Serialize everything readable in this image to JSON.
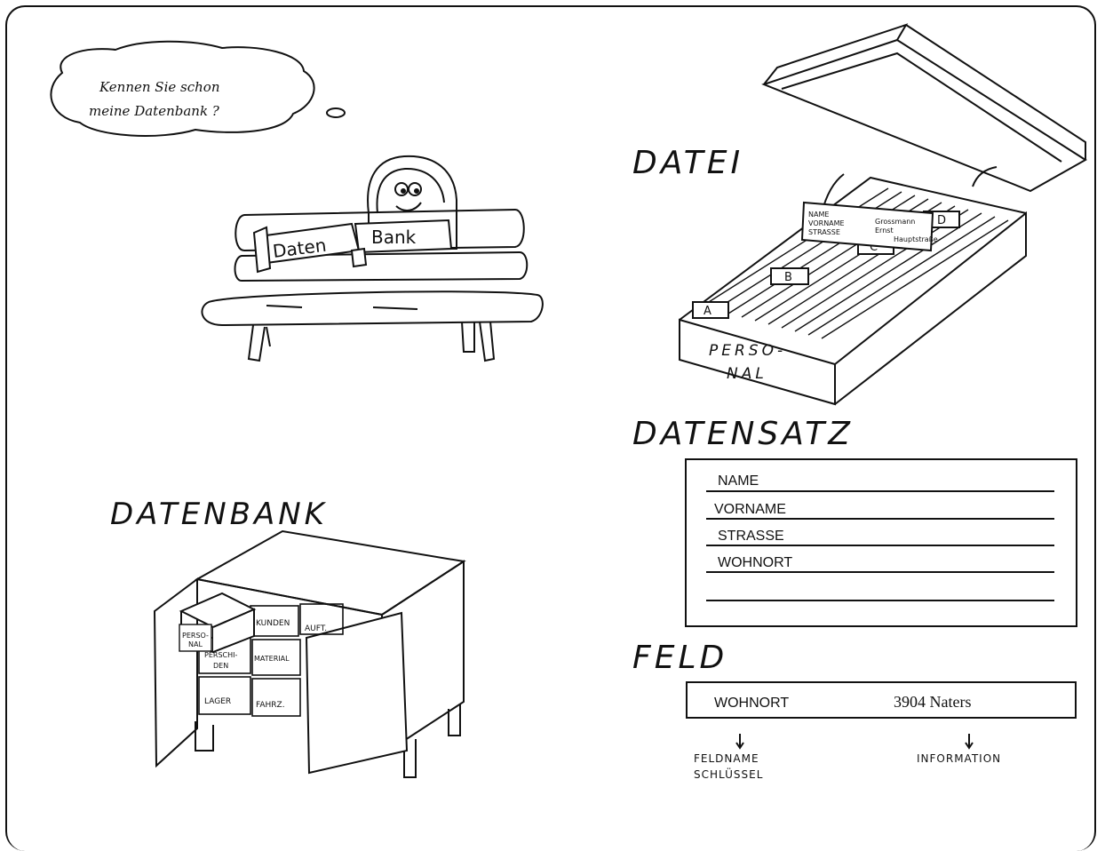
{
  "thought": {
    "line1": "Kennen Sie schon",
    "line2": "meine Datenbank ?"
  },
  "bench": {
    "left": "Daten",
    "right": "Bank"
  },
  "titles": {
    "datei": "DATEI",
    "datensatz": "DATENSATZ",
    "datenbank": "DATENBANK",
    "feld": "FELD"
  },
  "card_box": {
    "label_line1": "PERSO-",
    "label_line2": "NAL",
    "tabs": [
      "A",
      "B",
      "C",
      "D"
    ],
    "card_fields": [
      "NAME",
      "VORNAME",
      "STRASSE"
    ],
    "card_values": [
      "Grossmann",
      "Ernst",
      "Hauptstraße"
    ]
  },
  "cabinet": {
    "drawers": [
      "KUNDEN",
      "AUFT.",
      "PERSCHI-",
      "DEN",
      "MATERIAL",
      "LAGER",
      "FAHRZ."
    ],
    "box_label_line1": "PERSO-",
    "box_label_line2": "NAL"
  },
  "record": {
    "fields": [
      "NAME",
      "VORNAME",
      "STRASSE",
      "WOHNORT"
    ]
  },
  "field": {
    "name": "WOHNORT",
    "value": "3904 Naters",
    "caption_name_1": "FELDNAME",
    "caption_name_2": "SCHLÜSSEL",
    "caption_info": "INFORMATION"
  }
}
